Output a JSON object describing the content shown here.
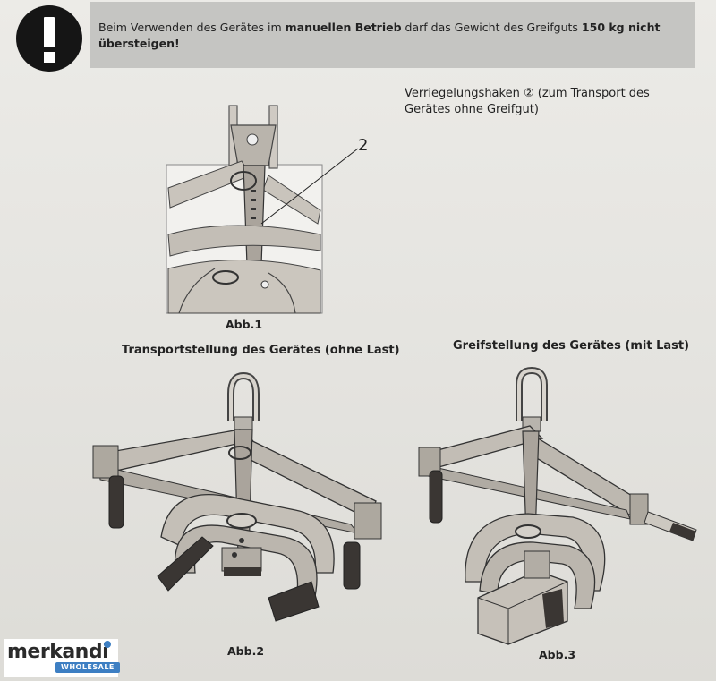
{
  "warning": {
    "icon": "exclamation-icon",
    "text_part1": "Beim Verwenden des Gerätes im ",
    "text_bold1": "manuellen Betrieb",
    "text_part2": " darf das Gewicht des Greifguts ",
    "text_bold2": "150 kg nicht übersteigen!"
  },
  "figure1": {
    "caption": "Verriegelungshaken ② (zum Transport des Gerätes ohne Greifgut)",
    "callout": "2",
    "label": "Abb.1"
  },
  "figure2": {
    "title": "Transportstellung des Gerätes (ohne Last)",
    "label": "Abb.2"
  },
  "figure3": {
    "title": "Greifstellung des Gerätes (mit Last)",
    "label": "Abb.3"
  },
  "watermark": {
    "brand": "merkandi",
    "tag": "WHOLESALE"
  },
  "colors": {
    "warning_bar": "#c5c5c2",
    "metal": "#b8b4ad",
    "rubber": "#3a3633",
    "brand_blue": "#3d7fc3"
  }
}
